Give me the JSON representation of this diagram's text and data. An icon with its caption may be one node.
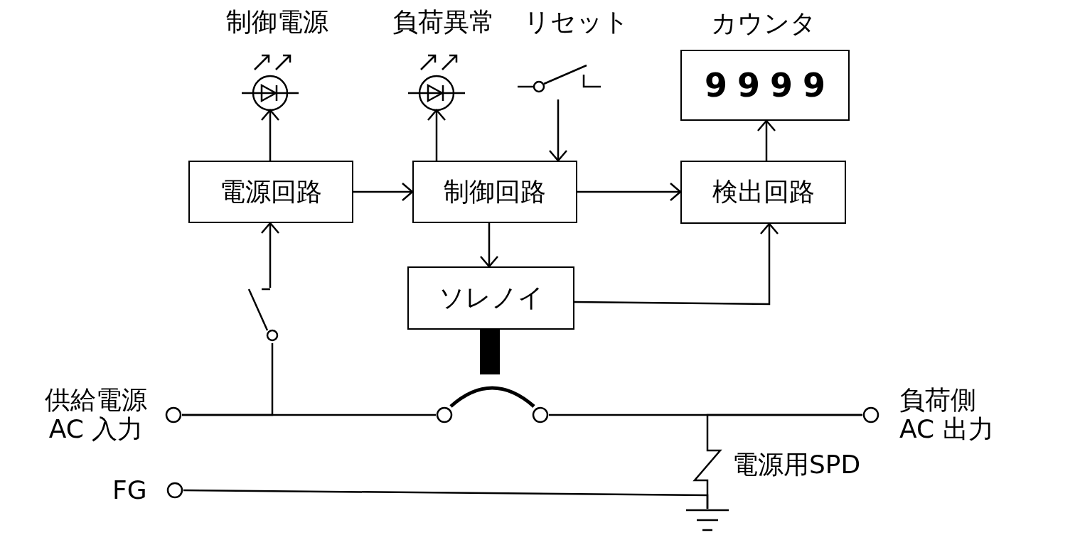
{
  "diagram": {
    "nodes": [
      {
        "text": [
          "電源回路"
        ]
      },
      {
        "text": [
          "制御回路"
        ]
      },
      {
        "text": [
          "検出回路"
        ]
      },
      {
        "text": [
          "カウンタ",
          "9999"
        ]
      },
      {
        "text": [
          "ソレノイ"
        ]
      },
      {
        "text": [
          "制御電源"
        ]
      },
      {
        "text": [
          "負荷異常"
        ]
      },
      {
        "text": [
          "リセット"
        ]
      },
      {
        "text": [],
        "shape": "switch"
      },
      {
        "text": [
          "供給電源 AC 入力"
        ]
      },
      {
        "text": [],
        "shape": "circle"
      },
      {
        "text": [],
        "shape": "circle"
      },
      {
        "text": [
          "負荷側 AC 出力"
        ]
      },
      {
        "text": [
          "FG"
        ]
      },
      {
        "text": [
          "電源用SPD"
        ]
      },
      {
        "text": [],
        "shape": "ground"
      }
    ],
    "edges": [
      {
        "from": 0,
        "to": 5,
        "arrow": "to"
      },
      {
        "from": 1,
        "to": 6,
        "arrow": "to"
      },
      {
        "from": 7,
        "to": 1,
        "arrow": "to"
      },
      {
        "from": 2,
        "to": 3,
        "arrow": "to"
      },
      {
        "from": 0,
        "to": 1,
        "arrow": "to"
      },
      {
        "from": 1,
        "to": 2,
        "arrow": "to"
      },
      {
        "from": 1,
        "to": 4,
        "arrow": "to"
      },
      {
        "from": 4,
        "to": 2,
        "arrow": "to"
      },
      {
        "from": 8,
        "to": 0,
        "arrow": "to"
      },
      {
        "from": 8,
        "to": 9,
        "arrow": "none"
      },
      {
        "from": 9,
        "to": 10,
        "arrow": "none"
      },
      {
        "from": 11,
        "to": 12,
        "arrow": "none"
      },
      {
        "from": 14,
        "to": 12,
        "arrow": "none"
      },
      {
        "from": 14,
        "to": 15,
        "arrow": "none"
      },
      {
        "from": 13,
        "to": 15,
        "arrow": "none"
      },
      {
        "from": 10,
        "to": 11,
        "arrow": "none",
        "style": "thick"
      }
    ]
  }
}
